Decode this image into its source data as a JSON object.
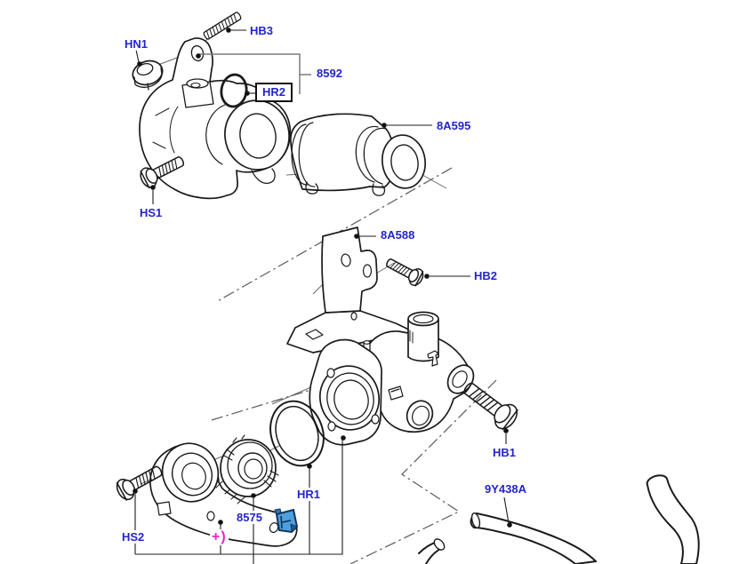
{
  "diagram": {
    "kind": "exploded-parts-diagram",
    "selected_callout": "HR2",
    "callouts": {
      "hn1": "HN1",
      "hb3": "HB3",
      "c8592": "8592",
      "hr2": "HR2",
      "c8a595": "8A595",
      "hs1": "HS1",
      "c8a588": "8A588",
      "hb2": "HB2",
      "hb1": "HB1",
      "c9y438a": "9Y438A",
      "hr1": "HR1",
      "c8575": "8575",
      "hs2": "HS2"
    },
    "note_marker": "+)",
    "icons": {
      "attachment": "note-flag-icon"
    },
    "colors": {
      "callout_text": "#2424cc",
      "note_marker": "#ee22cc",
      "drawing_line": "#1b1b1b",
      "bracket_line": "#7a7a7a",
      "icon_blue": "#4d9fe0"
    }
  }
}
